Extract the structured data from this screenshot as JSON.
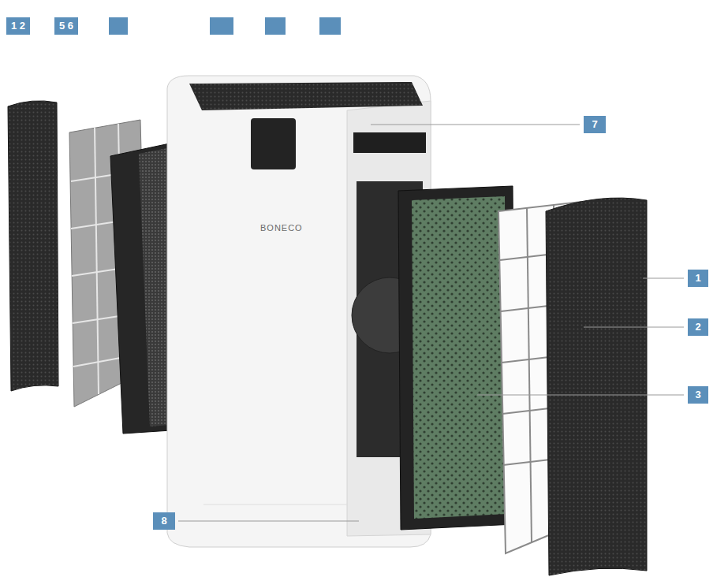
{
  "diagram": {
    "labels": [
      "1 2",
      "5 6",
      "7",
      "1",
      "2",
      "3",
      "8",
      "BONECO"
    ]
  }
}
